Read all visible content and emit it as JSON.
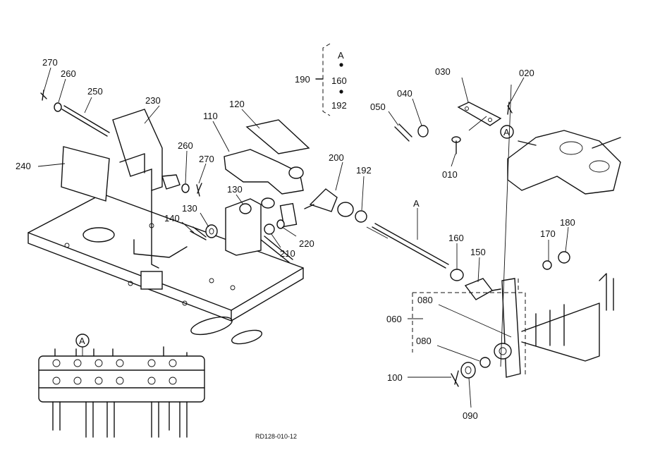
{
  "figure_code": "RD128-010-12",
  "callouts": [
    {
      "key": "270a",
      "text": "270"
    },
    {
      "key": "260a",
      "text": "260"
    },
    {
      "key": "250",
      "text": "250"
    },
    {
      "key": "230",
      "text": "230"
    },
    {
      "key": "240",
      "text": "240"
    },
    {
      "key": "260b",
      "text": "260"
    },
    {
      "key": "270b",
      "text": "270"
    },
    {
      "key": "110",
      "text": "110"
    },
    {
      "key": "120",
      "text": "120"
    },
    {
      "key": "130a",
      "text": "130"
    },
    {
      "key": "130b",
      "text": "130"
    },
    {
      "key": "140",
      "text": "140"
    },
    {
      "key": "210",
      "text": "210"
    },
    {
      "key": "220",
      "text": "220"
    },
    {
      "key": "200",
      "text": "200"
    },
    {
      "key": "192",
      "text": "192"
    },
    {
      "key": "A1",
      "text": "A"
    },
    {
      "key": "160a",
      "text": "160"
    },
    {
      "key": "150",
      "text": "150"
    },
    {
      "key": "170",
      "text": "170"
    },
    {
      "key": "180",
      "text": "180"
    },
    {
      "key": "080a",
      "text": "080"
    },
    {
      "key": "060",
      "text": "060"
    },
    {
      "key": "080b",
      "text": "080"
    },
    {
      "key": "100",
      "text": "100"
    },
    {
      "key": "090",
      "text": "090"
    },
    {
      "key": "030",
      "text": "030"
    },
    {
      "key": "020",
      "text": "020"
    },
    {
      "key": "040",
      "text": "040"
    },
    {
      "key": "050",
      "text": "050"
    },
    {
      "key": "010",
      "text": "010"
    },
    {
      "key": "190",
      "text": "190"
    }
  ],
  "kit_190": {
    "items": [
      "A",
      "160",
      "192"
    ]
  },
  "circle_markers": [
    "A",
    "A"
  ]
}
